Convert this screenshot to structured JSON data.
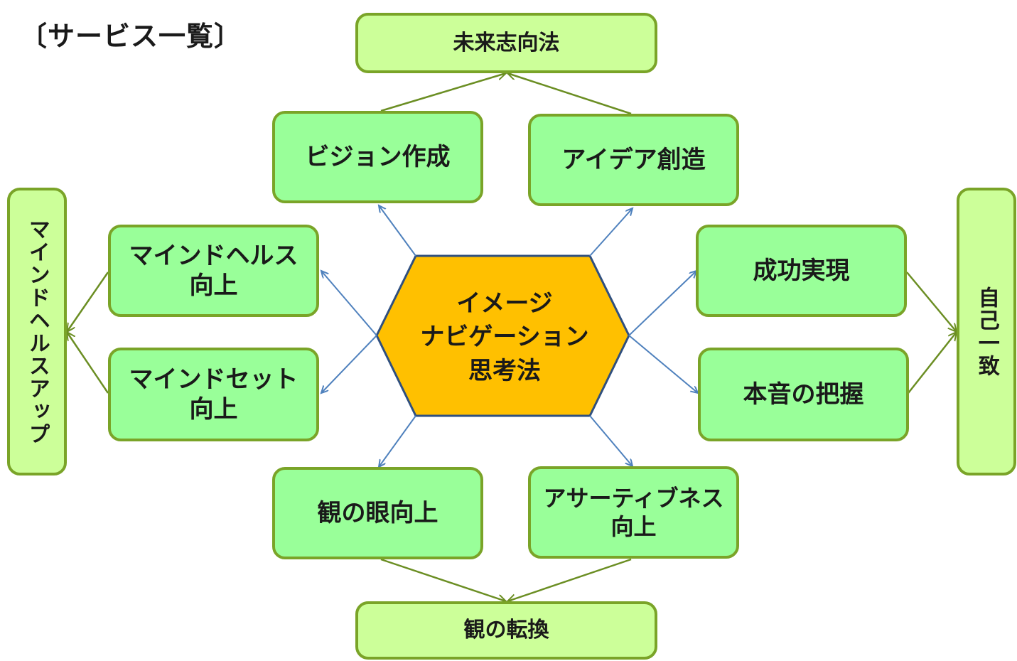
{
  "title": "〔サービス一覧〕",
  "center": {
    "lines": [
      "イメージ",
      "ナビゲーション",
      "思考法"
    ]
  },
  "outer": {
    "top": "未来志向法",
    "bottom": "観の転換",
    "left": "マインドヘルスアップ",
    "right": "自己一致"
  },
  "inner": {
    "vision": [
      "ビジョン作成"
    ],
    "idea": [
      "アイデア創造"
    ],
    "mindhealth": [
      "マインドヘルス",
      "向上"
    ],
    "mindset": [
      "マインドセット",
      "向上"
    ],
    "success": [
      "成功実現"
    ],
    "honne": [
      "本音の把握"
    ],
    "kannome": [
      "観の眼向上"
    ],
    "assertive": [
      "アサーティブネス",
      "向上"
    ]
  },
  "colors": {
    "hex_fill": "#ffc000",
    "hex_stroke": "#2f4f7f",
    "inner_fill": "#99ff99",
    "outer_fill": "#ccff99",
    "box_border": "#7aa428",
    "blue_arrow": "#4f81bd",
    "green_arrow": "#6b8e23"
  }
}
